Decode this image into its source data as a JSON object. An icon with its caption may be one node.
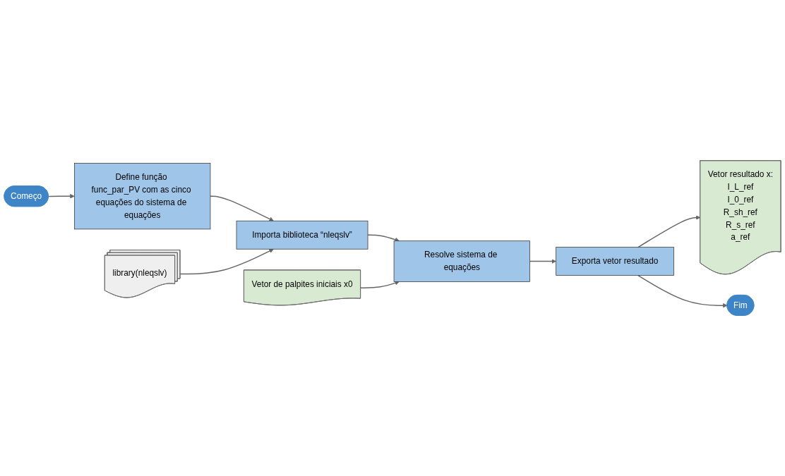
{
  "diagram": {
    "nodes": [
      {
        "text": [
          "Começo"
        ]
      },
      {
        "text": [
          "Define função func_par_PV com as cinco equações do sistema de equações"
        ]
      },
      {
        "text": [
          "library(nleqslv)"
        ]
      },
      {
        "text": [
          "Importa biblioteca “nleqslv”"
        ]
      },
      {
        "text": [
          "Resolve sistema de equações"
        ]
      },
      {
        "text": [
          "Vetor de palpites iniciais x0"
        ]
      },
      {
        "text": [
          "Exporta vetor resultado"
        ]
      },
      {
        "text": [
          "Vetor resultado x:",
          "I_L_ref",
          "I_0_ref",
          "R_sh_ref",
          "R_s_ref",
          "a_ref"
        ]
      },
      {
        "text": [
          "Fim"
        ]
      }
    ],
    "edges": [
      {
        "from": 0,
        "to": 1,
        "arrow": "to"
      },
      {
        "from": 1,
        "to": 3,
        "arrow": "to"
      },
      {
        "from": 2,
        "to": 3,
        "arrow": "to"
      },
      {
        "from": 3,
        "to": 4,
        "arrow": "to"
      },
      {
        "from": 5,
        "to": 4,
        "arrow": "to"
      },
      {
        "from": 4,
        "to": 6,
        "arrow": "to"
      },
      {
        "from": 6,
        "to": 7,
        "arrow": "to"
      },
      {
        "from": 6,
        "to": 8,
        "arrow": "to"
      }
    ]
  }
}
